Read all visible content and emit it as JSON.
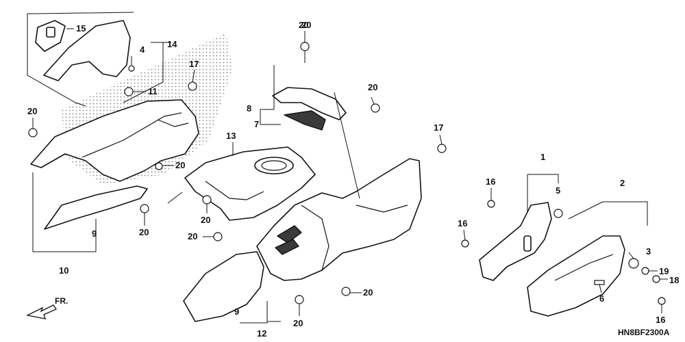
{
  "diagram_code": "HN8BF2300A",
  "direction_label": "FR.",
  "icons": {
    "front_arrow": "front-direction-arrow-icon",
    "emblem": "honda-wing-logo"
  },
  "callouts": [
    {
      "id": "c-15",
      "label": "15"
    },
    {
      "id": "c-4",
      "label": "4"
    },
    {
      "id": "c-14",
      "label": "14"
    },
    {
      "id": "c-11",
      "label": "11"
    },
    {
      "id": "c-17a",
      "label": "17"
    },
    {
      "id": "c-20a",
      "label": "20"
    },
    {
      "id": "c-20b",
      "label": "20"
    },
    {
      "id": "c-10",
      "label": "10"
    },
    {
      "id": "c-9a",
      "label": "9"
    },
    {
      "id": "c-20c",
      "label": "20"
    },
    {
      "id": "c-13",
      "label": "13"
    },
    {
      "id": "c-20d",
      "label": "20"
    },
    {
      "id": "c-20e",
      "label": "20"
    },
    {
      "id": "c-20f",
      "label": "20"
    },
    {
      "id": "c-8",
      "label": "8"
    },
    {
      "id": "c-7",
      "label": "7"
    },
    {
      "id": "c-20g",
      "label": "20"
    },
    {
      "id": "c-20h",
      "label": "20"
    },
    {
      "id": "c-17b",
      "label": "17"
    },
    {
      "id": "c-9b",
      "label": "9"
    },
    {
      "id": "c-12",
      "label": "12"
    },
    {
      "id": "c-20i",
      "label": "20"
    },
    {
      "id": "c-20j",
      "label": "20"
    },
    {
      "id": "c-1",
      "label": "1"
    },
    {
      "id": "c-16a",
      "label": "16"
    },
    {
      "id": "c-5",
      "label": "5"
    },
    {
      "id": "c-16b",
      "label": "16"
    },
    {
      "id": "c-2",
      "label": "2"
    },
    {
      "id": "c-3",
      "label": "3"
    },
    {
      "id": "c-19",
      "label": "19"
    },
    {
      "id": "c-18",
      "label": "18"
    },
    {
      "id": "c-6",
      "label": "6"
    },
    {
      "id": "c-16c",
      "label": "16"
    }
  ]
}
